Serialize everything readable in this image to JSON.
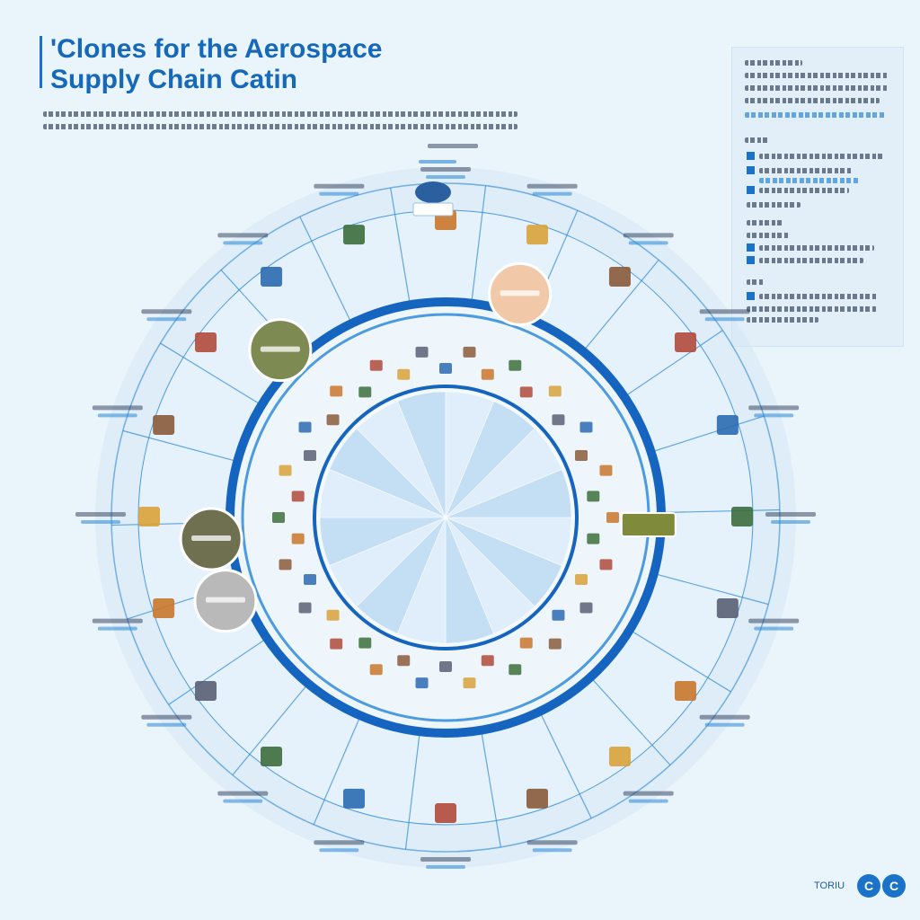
{
  "header": {
    "title_line1": "'Clones for the Aerospace",
    "title_line2": "Supply Chain Catin"
  },
  "footer": {
    "label": "TORIU",
    "logo_text": "C"
  },
  "diagram": {
    "colors": {
      "background": "#eaf4fb",
      "outer_halo": "#d3e7f6",
      "ring_dark": "#1565c0",
      "ring_mid": "#4b9be0",
      "spoke": "#2a86d6",
      "wedge_light": "#cfe6f8",
      "wedge_dark": "#9fcaee"
    },
    "outer_spokes": 22,
    "inner_wedges": 16,
    "outer_nodes": 20,
    "inner_icons": 44,
    "badges": [
      {
        "color": "#7d8a52"
      },
      {
        "color": "#f1c9a8"
      },
      {
        "color": "#6e7050"
      },
      {
        "color": "#b9b9b9"
      },
      {
        "color": "#7f8b3a"
      }
    ],
    "icon_palette": [
      "#c9772b",
      "#3c6e3c",
      "#b04a3a",
      "#d8a23a",
      "#5a5f73",
      "#2a6ab0",
      "#8a5a3a"
    ]
  }
}
